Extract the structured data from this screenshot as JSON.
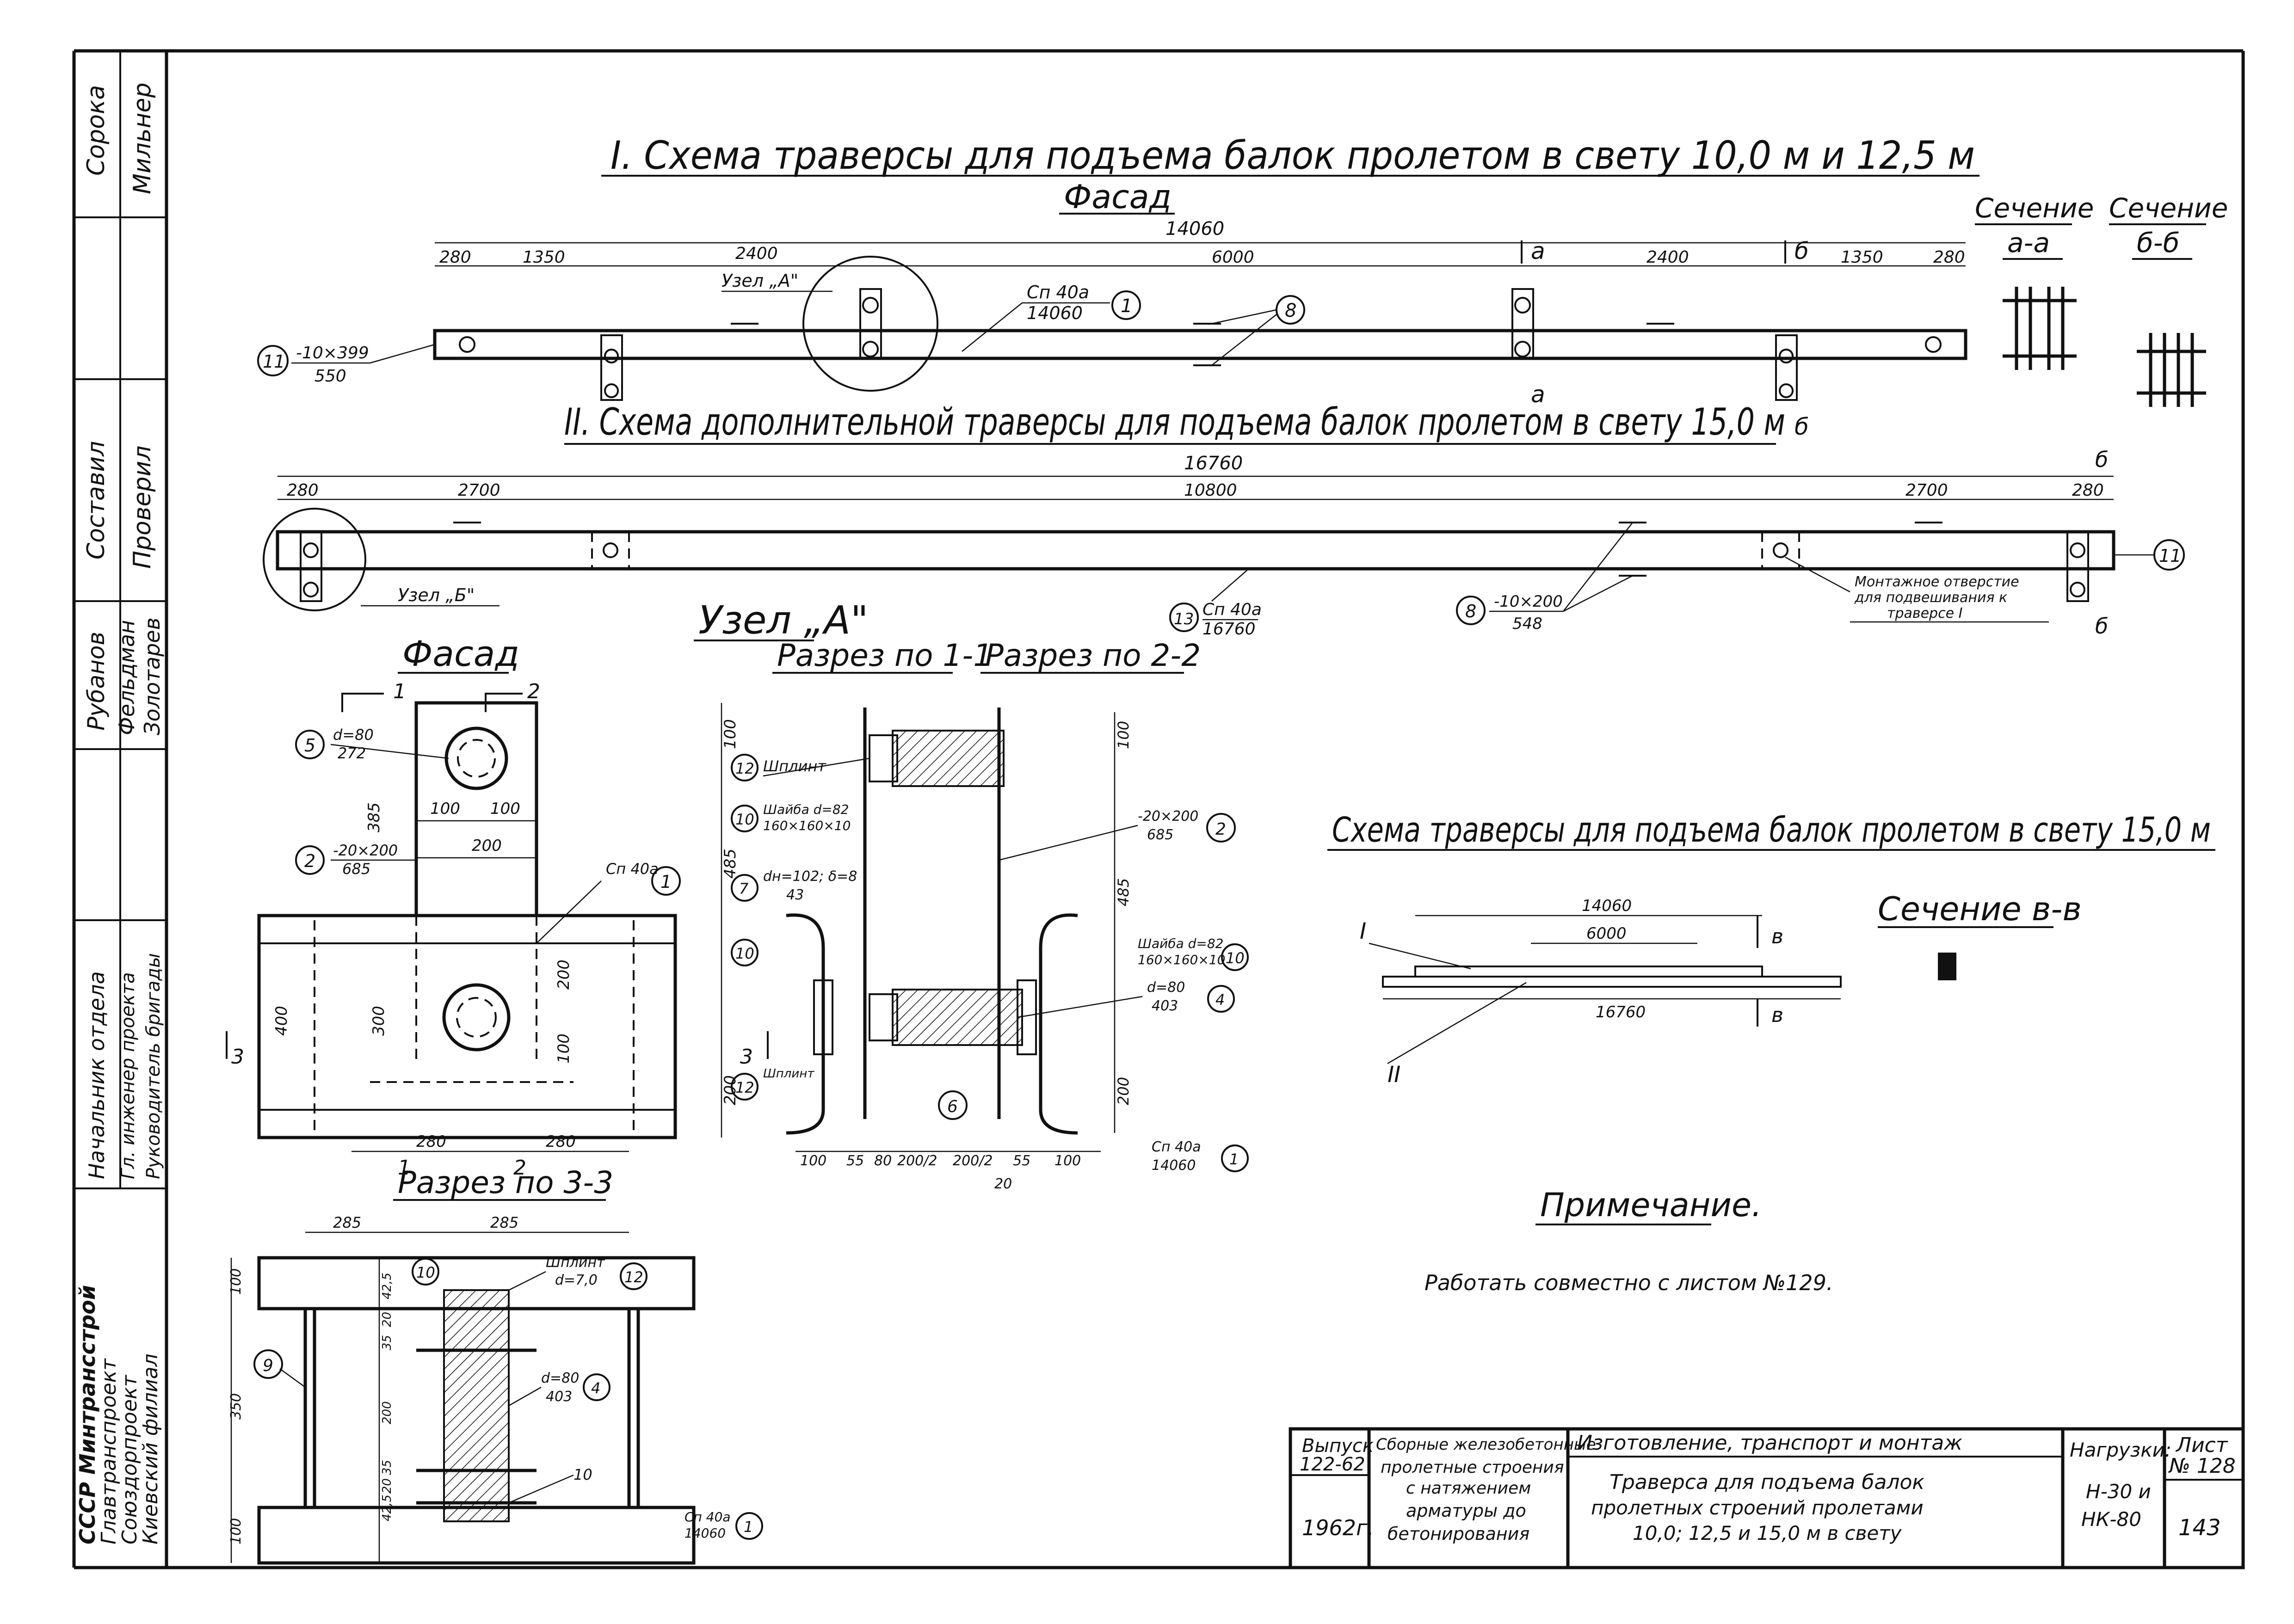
{
  "side_stamp": {
    "cols_top": [
      "Сорока",
      "Мильнер"
    ],
    "cols_mid": [
      "Составил",
      "Проверил"
    ],
    "names": [
      "Рубанов",
      "Фельдман",
      "Золотарев"
    ],
    "roles": [
      "Начальник отдела",
      "Гл. инженер проекта",
      "Руководитель бригады"
    ],
    "org": [
      "СССР Минтрансстрой",
      "Главтранспроект",
      "Союздорпроект",
      "Киевский филиал"
    ]
  },
  "scheme1": {
    "title": "I. Схема траверсы для подъема балок пролетом в свету 10,0 м и 12,5 м",
    "subtitle": "Фасад",
    "overall": "14060",
    "dims": [
      "280",
      "1350",
      "2400",
      "6000",
      "2400",
      "1350",
      "280"
    ],
    "node_label": "Узел „А\"",
    "beam_label_top": "Сп 40а",
    "beam_label_bottom": "14060",
    "plate_top": "-10×399",
    "plate_bottom": "550",
    "section_mark_a": "а",
    "section_mark_b": "б",
    "callouts": [
      "1",
      "8",
      "11"
    ]
  },
  "scheme2": {
    "title": "II. Схема дополнительной траверсы для подъема балок пролетом в свету 15,0 м",
    "overall": "16760",
    "dims": [
      "280",
      "2700",
      "10800",
      "2700",
      "280"
    ],
    "node_label": "Узел „Б\"",
    "beam_label_top": "Сп 40а",
    "beam_label_bottom": "16760",
    "plate_top": "-10×200",
    "plate_bottom": "548",
    "hole_note": [
      "Монтажное отверстие",
      "для подвешивания к",
      "траверсе I"
    ],
    "section_mark": "б",
    "callouts": [
      "8",
      "11",
      "13"
    ]
  },
  "sections_top": {
    "aa_title": "Сечение",
    "aa_mark": "а-а",
    "bb_title": "Сечение",
    "bb_mark": "б-б"
  },
  "node_a": {
    "title": "Узел „А\"",
    "facade": "Фасад",
    "cut11": "Разрез по 1-1",
    "cut22": "Разрез по 2-2",
    "cut33": "Разрез по 3-3",
    "labels": {
      "d80_272": [
        "d=80",
        "272"
      ],
      "plate_20x200": [
        "-20×200",
        "685"
      ],
      "channel": "Сп 40а",
      "shplint": "Шплинт",
      "washer_a": [
        "Шайба d=82",
        "160×160×10"
      ],
      "dn": [
        "dн=102; δ=8",
        "43"
      ],
      "washer_b": [
        "Шайба d=82",
        "160×160×10"
      ],
      "d80_403": [
        "d=80",
        "403"
      ],
      "shplint_b": "Шплинт",
      "channel_b": [
        "Сп 40а",
        "14060"
      ],
      "shplint_c": [
        "Шплинт",
        "d=7,0"
      ],
      "d80_403_c": [
        "d=80",
        "403"
      ],
      "channel_c": [
        "Сп 40а",
        "14060"
      ]
    },
    "dims_facade": [
      "100",
      "100",
      "200",
      "385",
      "400",
      "300",
      "200",
      "100",
      "280",
      "280",
      "100",
      "485",
      "200"
    ],
    "dims_cut": [
      "100",
      "55",
      "80",
      "200/2",
      "200/2",
      "55",
      "100",
      "20",
      "100",
      "485",
      "200"
    ],
    "dims_33": [
      "285",
      "285",
      "100",
      "350",
      "100",
      "42,5",
      "20",
      "35",
      "200",
      "35",
      "20",
      "42,5"
    ],
    "callouts": [
      "1",
      "2",
      "3",
      "4",
      "5",
      "6",
      "7",
      "9",
      "10",
      "12"
    ]
  },
  "scheme15": {
    "title": "Схема траверсы для подъема балок пролетом в свету 15,0 м",
    "dim_top": "14060",
    "dim_mid": "6000",
    "dim_bottom": "16760",
    "mark_i": "I",
    "mark_ii": "II",
    "section_mark": "в",
    "section_title": "Сечение в-в"
  },
  "note": {
    "title": "Примечание.",
    "text": "Работать совместно с листом №129."
  },
  "title_block": {
    "issue_label": "Выпуск",
    "issue": "122-62",
    "year": "1962г.",
    "series": [
      "Сборные железобетонные",
      "пролетные строения",
      "с натяжением",
      "арматуры до",
      "бетонирования"
    ],
    "stage": "Изготовление, транспорт и монтаж",
    "title": [
      "Траверса для подъема балок",
      "пролетных строений пролетами",
      "10,0; 12,5 и 15,0 м в свету"
    ],
    "loads_label": "Нагрузки:",
    "loads": [
      "Н-30 и",
      "НК-80"
    ],
    "sheet_label": "Лист",
    "sheet": "№ 128",
    "page": "143"
  }
}
